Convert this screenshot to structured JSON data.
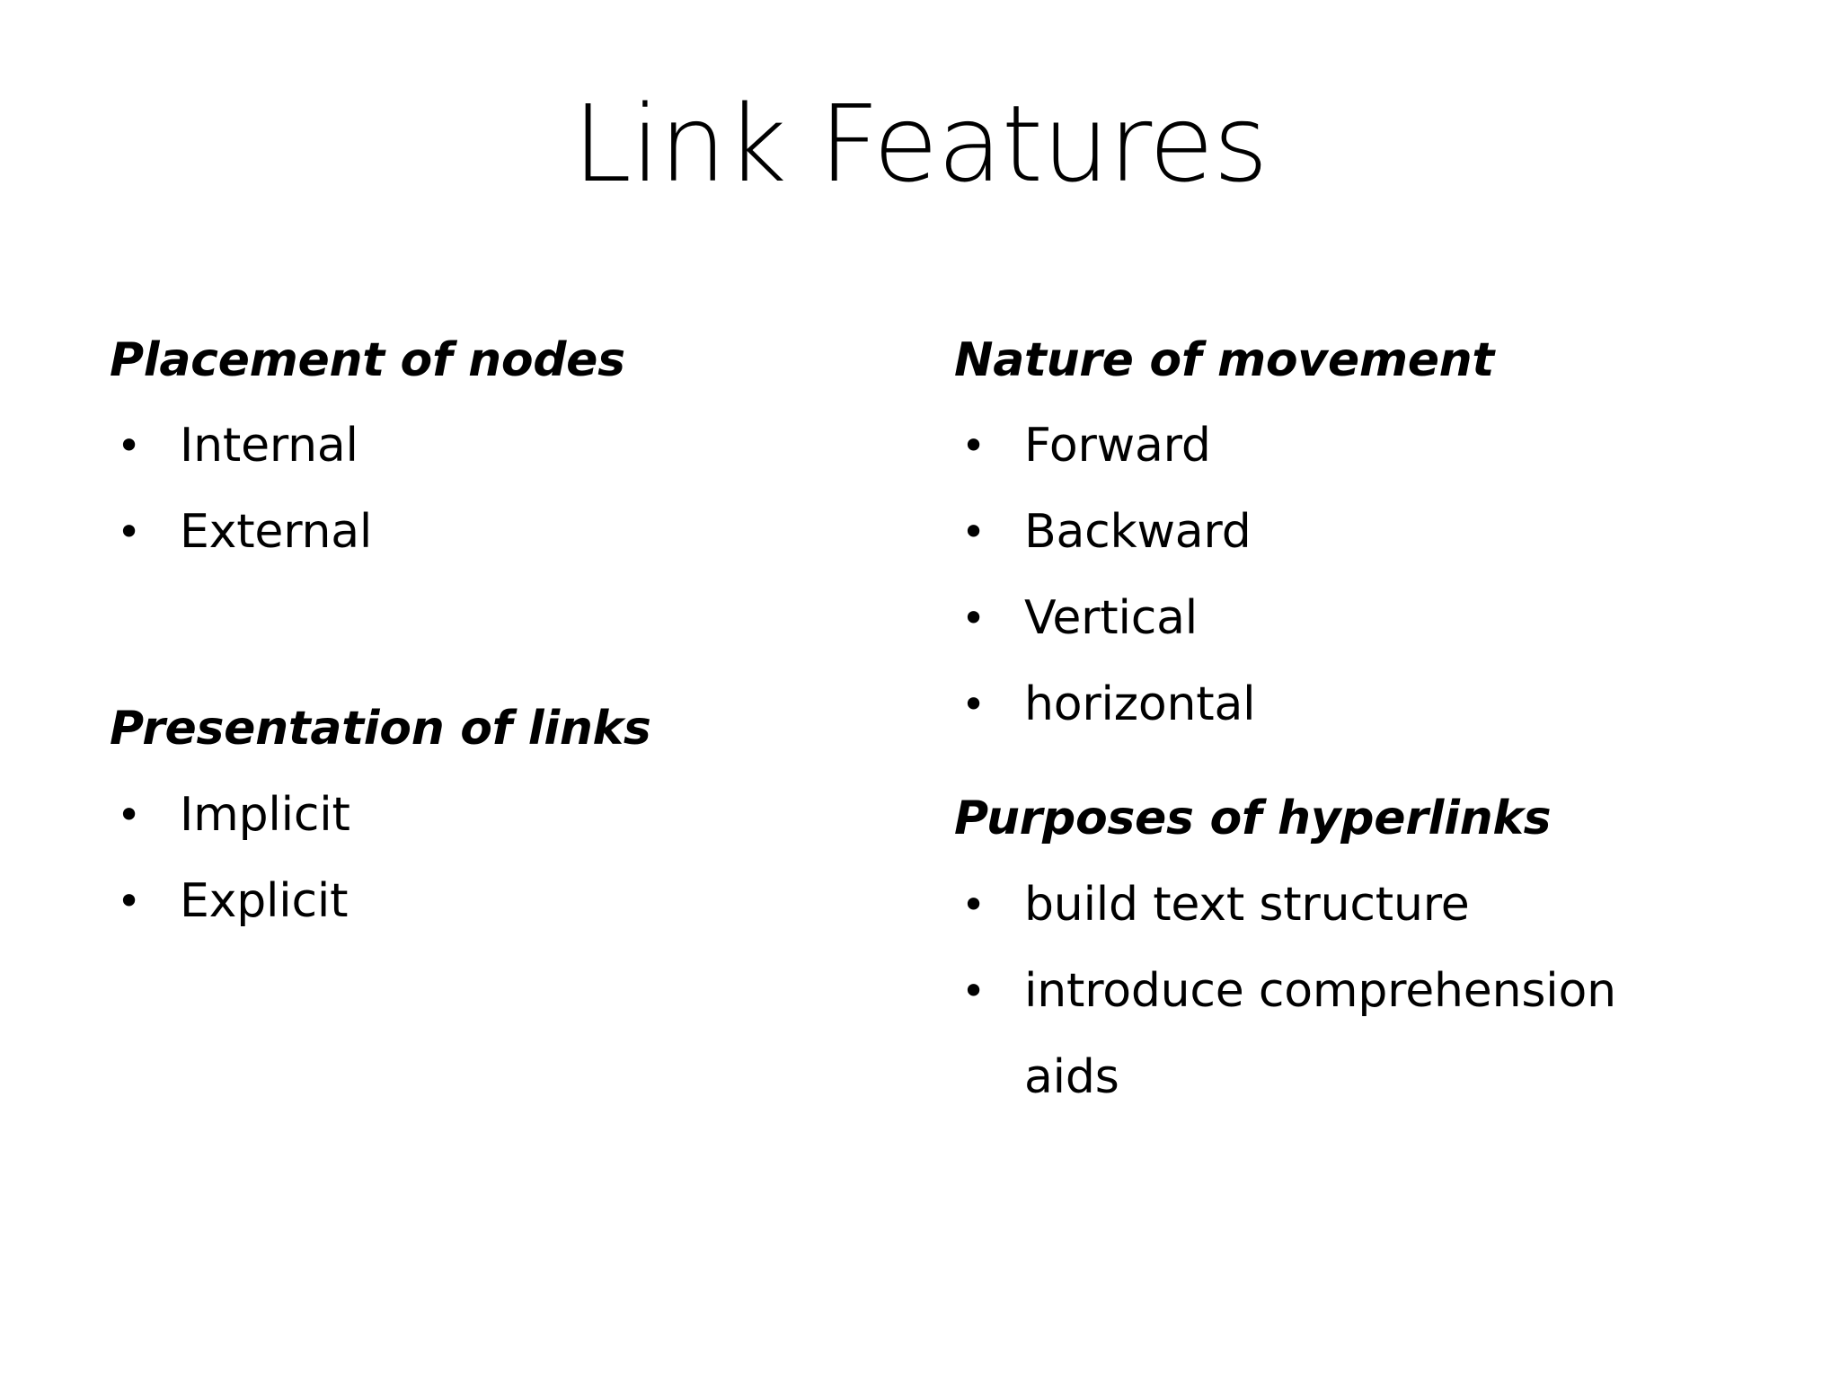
{
  "slide": {
    "title": "Link Features",
    "background_color": "#ffffff",
    "text_color": "#000000",
    "bullet_glyph": "•",
    "columns": [
      {
        "side": "left",
        "groups": [
          {
            "heading": "Placement of nodes",
            "items": [
              "Internal",
              "External"
            ]
          },
          {
            "heading": "Presentation of links",
            "items": [
              "Implicit",
              "Explicit"
            ]
          }
        ]
      },
      {
        "side": "right",
        "groups": [
          {
            "heading": "Nature of movement",
            "items": [
              "Forward",
              "Backward",
              "Vertical",
              "horizontal"
            ]
          },
          {
            "heading": "Purposes of hyperlinks",
            "items": [
              "build text structure",
              "introduce comprehension aids"
            ]
          }
        ]
      }
    ]
  }
}
